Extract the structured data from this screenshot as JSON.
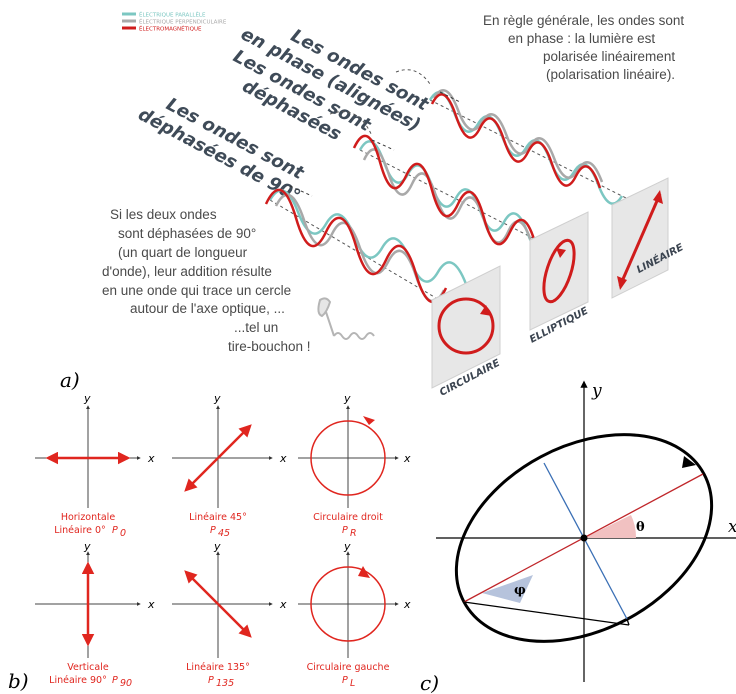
{
  "panel_a": {
    "label": "a)",
    "legend": [
      {
        "text": "ÉLECTRIQUE PARALLÈLE",
        "color": "#7cc7c2"
      },
      {
        "text": "ÉLECTRIQUE PERPENDICULAIRE",
        "color": "#a9a9a9"
      },
      {
        "text": "ÉLECTROMAGNÉTIQUE",
        "color": "#d01c1c"
      }
    ],
    "headings": {
      "in_phase_1": "Les ondes sont",
      "in_phase_2": "en phase (alignées)",
      "dephased_1": "Les ondes sont",
      "dephased_2": "déphasées",
      "dephased90_1": "Les ondes sont",
      "dephased90_2": "déphasées de 90°"
    },
    "right_note": [
      "En règle générale, les ondes sont",
      "en phase : la lumière est",
      "polarisée linéairement",
      "(polarisation linéaire)."
    ],
    "left_note": [
      "Si les deux ondes",
      "sont déphasées de 90°",
      "(un quart de longueur",
      "d'onde), leur addition résulte",
      "en une onde qui trace un cercle",
      "autour de l'axe optique, ..."
    ],
    "corkscrew_note": [
      "...tel un",
      "tire-bouchon !"
    ],
    "panel_tags": {
      "circular": "CIRCULAIRE",
      "elliptical": "ELLIPTIQUE",
      "linear": "LINÉAIRE"
    }
  },
  "panel_b": {
    "label": "b)",
    "axis_x": "x",
    "axis_y": "y",
    "items": [
      {
        "title": "Horizontale",
        "subtitle": "Linéaire 0°",
        "symbol": "P",
        "sub": "0"
      },
      {
        "title": "Linéaire 45°",
        "subtitle": "",
        "symbol": "P",
        "sub": "45"
      },
      {
        "title": "Circulaire droit",
        "subtitle": "",
        "symbol": "P",
        "sub": "R"
      },
      {
        "title": "Verticale",
        "subtitle": "Linéaire 90°",
        "symbol": "P",
        "sub": "90"
      },
      {
        "title": "Linéaire 135°",
        "subtitle": "",
        "symbol": "P",
        "sub": "135"
      },
      {
        "title": "Circulaire gauche",
        "subtitle": "",
        "symbol": "P",
        "sub": "L"
      }
    ]
  },
  "panel_c": {
    "label": "c)",
    "axis_x": "x",
    "axis_y": "y",
    "theta": "θ",
    "phi": "φ"
  }
}
